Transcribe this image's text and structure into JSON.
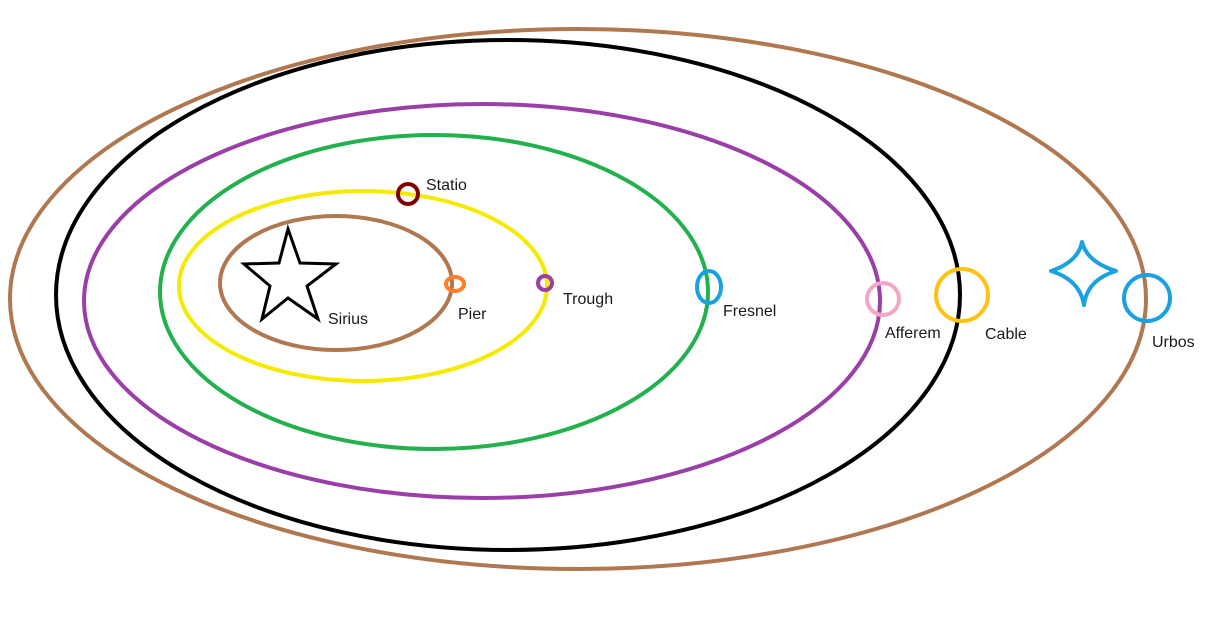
{
  "star": {
    "name": "Sirius",
    "color": "#000000"
  },
  "orbits": [
    {
      "key": "sirius-inner",
      "color": "#b07850"
    },
    {
      "key": "yellow",
      "color": "#f5ea00"
    },
    {
      "key": "green",
      "color": "#22b14c"
    },
    {
      "key": "purple",
      "color": "#9b3fa8"
    },
    {
      "key": "black",
      "color": "#000000"
    },
    {
      "key": "outer-brown",
      "color": "#b07850"
    }
  ],
  "bodies": [
    {
      "key": "statio",
      "label": "Statio",
      "color": "#800000"
    },
    {
      "key": "pier",
      "label": "Pier",
      "color": "#ff7f27"
    },
    {
      "key": "trough",
      "label": "Trough",
      "color": "#9b3fa8"
    },
    {
      "key": "fresnel",
      "label": "Fresnel",
      "color": "#1aa1e0"
    },
    {
      "key": "afferem",
      "label": "Afferem",
      "color": "#f4a6c8"
    },
    {
      "key": "cable",
      "label": "Cable",
      "color": "#ffc20e"
    },
    {
      "key": "urbos",
      "label": "Urbos",
      "color": "#1aa1e0"
    }
  ],
  "waypoint": {
    "icon": "four-point-star-icon",
    "color": "#1aa1e0"
  }
}
